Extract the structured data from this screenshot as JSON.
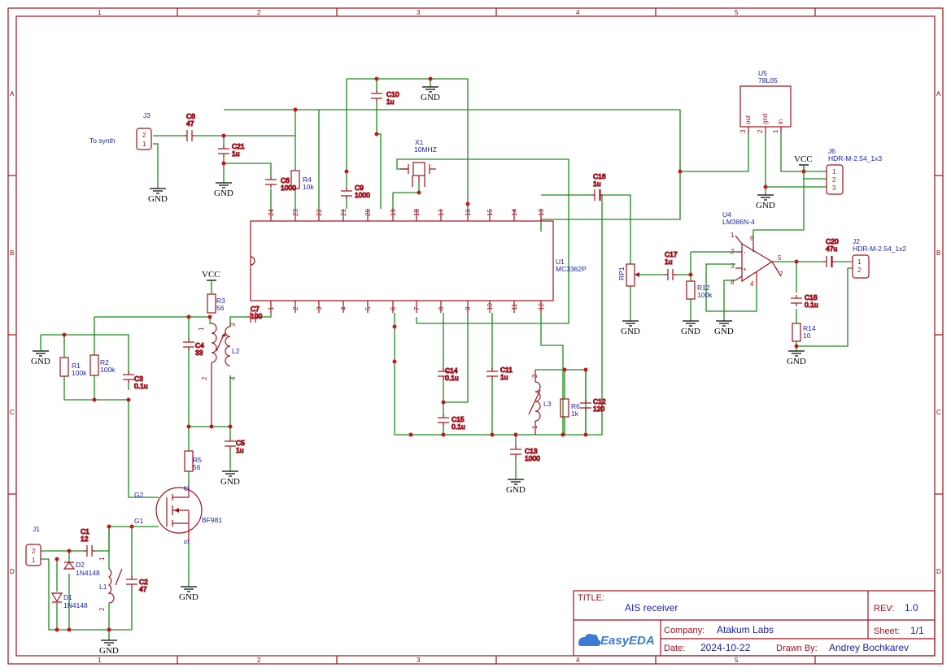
{
  "sheet": {
    "col_labels": [
      "1",
      "2",
      "3",
      "4",
      "5"
    ],
    "row_labels": [
      "A",
      "B",
      "C",
      "D"
    ]
  },
  "title_block": {
    "title_label": "TITLE:",
    "title": "AIS receiver",
    "rev_label": "REV:",
    "rev": "1.0",
    "company_label": "Company:",
    "company": "Atakum Labs",
    "sheet_label": "Sheet:",
    "sheet": "1/1",
    "date_label": "Date:",
    "date": "2024-10-22",
    "drawn_label": "Drawn By:",
    "drawn_by": "Andrey Bochkarev",
    "logo": "EasyEDA"
  },
  "annotations": {
    "to_synth": "To synth"
  },
  "power": {
    "gnd": "GND",
    "vcc": "VCC"
  },
  "parts": {
    "J1": {
      "ref": "J1"
    },
    "J2": {
      "ref": "J2",
      "value": "HDR-M-2.54_1x2"
    },
    "J3": {
      "ref": "J3"
    },
    "J6": {
      "ref": "J6",
      "value": "HDR-M-2.54_1x3"
    },
    "U1": {
      "ref": "U1",
      "value": "MC3362P"
    },
    "U4": {
      "ref": "U4",
      "value": "LM386N-4"
    },
    "U5": {
      "ref": "U5",
      "value": "78L05"
    },
    "Q": {
      "value": "BF981"
    },
    "X1": {
      "ref": "X1",
      "value": "10MHZ"
    },
    "RP1": {
      "ref": "RP1"
    },
    "C1": {
      "ref": "C1",
      "value": "12"
    },
    "C2": {
      "ref": "C2",
      "value": "47"
    },
    "C3": {
      "ref": "C3",
      "value": "0.1u"
    },
    "C4": {
      "ref": "C4",
      "value": "33"
    },
    "C5": {
      "ref": "C5",
      "value": "1u"
    },
    "C6": {
      "ref": "C6",
      "value": "1000"
    },
    "C7": {
      "ref": "C7",
      "value": "100"
    },
    "C8": {
      "ref": "C8",
      "value": "47"
    },
    "C9": {
      "ref": "C9",
      "value": "1000"
    },
    "C10": {
      "ref": "C10",
      "value": "1u"
    },
    "C11": {
      "ref": "C11",
      "value": "1u"
    },
    "C12": {
      "ref": "C12",
      "value": "120"
    },
    "C13": {
      "ref": "C13",
      "value": "1000"
    },
    "C14": {
      "ref": "C14",
      "value": "0.1u"
    },
    "C15": {
      "ref": "C15",
      "value": "0.1u"
    },
    "C16": {
      "ref": "C16",
      "value": "1u"
    },
    "C17": {
      "ref": "C17",
      "value": "1u"
    },
    "C18": {
      "ref": "C18",
      "value": "0.1u"
    },
    "C20": {
      "ref": "C20",
      "value": "47u"
    },
    "C21": {
      "ref": "C21",
      "value": "1u"
    },
    "R1": {
      "ref": "R1",
      "value": "100k"
    },
    "R2": {
      "ref": "R2",
      "value": "100k"
    },
    "R3": {
      "ref": "R3",
      "value": "56"
    },
    "R4": {
      "ref": "R4",
      "value": "10k"
    },
    "R5": {
      "ref": "R5",
      "value": "56"
    },
    "R6": {
      "ref": "R6",
      "value": "1k"
    },
    "R12": {
      "ref": "R12",
      "value": "100k"
    },
    "R14": {
      "ref": "R14",
      "value": "10"
    },
    "L1": {
      "ref": "L1"
    },
    "L2": {
      "ref": "L2"
    },
    "L3": {
      "ref": "L3"
    },
    "D1": {
      "ref": "D1",
      "value": "1N4148"
    },
    "D2": {
      "ref": "D2",
      "value": "1N4148"
    }
  },
  "pins": {
    "u1_top": [
      "24",
      "23",
      "22",
      "21",
      "20",
      "19",
      "18",
      "17",
      "16",
      "15",
      "14",
      "13"
    ],
    "u1_bottom": [
      "1",
      "2",
      "3",
      "4",
      "5",
      "6",
      "7",
      "8",
      "9",
      "10",
      "11",
      "12"
    ],
    "u5": [
      "out",
      "gnd",
      "in"
    ],
    "u5_num": [
      "3",
      "2",
      "1"
    ],
    "u4": [
      "1",
      "2",
      "3",
      "8",
      "6",
      "4",
      "5",
      "7",
      "-",
      "+"
    ],
    "mosfet": [
      "G2",
      "G1",
      "D",
      "S"
    ],
    "coil": [
      "1",
      "2",
      "3",
      "4"
    ],
    "header_2": [
      "2",
      "1"
    ],
    "header_3": [
      "1",
      "2",
      "3"
    ]
  },
  "colors": {
    "wire": "#1a8c1a",
    "symbol": "#a0111b",
    "label": "#1b22a8",
    "junction": "#c8141e"
  }
}
